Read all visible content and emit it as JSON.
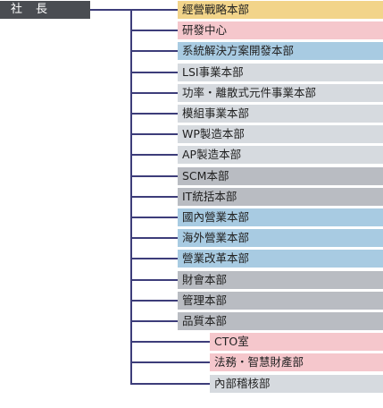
{
  "president": {
    "label": "社　長"
  },
  "departments": [
    {
      "id": "business-strategy",
      "label": "經營戰略本部",
      "color": "#f2d48a"
    },
    {
      "id": "rnd-center",
      "label": "研發中心",
      "color": "#f5c7cc"
    },
    {
      "id": "system-solutions",
      "label": "系統解決方案開發本部",
      "color": "#a8cbe2"
    },
    {
      "id": "lsi",
      "label": "LSI事業本部",
      "color": "#d6dadf"
    },
    {
      "id": "power-discrete",
      "label": "功率・離散式元件事業本部",
      "color": "#d6dadf"
    },
    {
      "id": "module",
      "label": "模組事業本部",
      "color": "#d6dadf"
    },
    {
      "id": "wp-manufacturing",
      "label": "WP製造本部",
      "color": "#d6dadf"
    },
    {
      "id": "ap-manufacturing",
      "label": "AP製造本部",
      "color": "#d6dadf"
    },
    {
      "id": "scm",
      "label": "SCM本部",
      "color": "#b9bcc2"
    },
    {
      "id": "it-management",
      "label": "IT統括本部",
      "color": "#b9bcc2"
    },
    {
      "id": "domestic-sales",
      "label": "國內營業本部",
      "color": "#a8cbe2"
    },
    {
      "id": "overseas-sales",
      "label": "海外營業本部",
      "color": "#a8cbe2"
    },
    {
      "id": "sales-reform",
      "label": "營業改革本部",
      "color": "#a8cbe2"
    },
    {
      "id": "finance",
      "label": "財會本部",
      "color": "#b9bcc2"
    },
    {
      "id": "administration",
      "label": "管理本部",
      "color": "#b9bcc2"
    },
    {
      "id": "quality",
      "label": "品質本部",
      "color": "#b9bcc2"
    }
  ],
  "sub_units": [
    {
      "id": "cto-office",
      "label": "CTO室",
      "color": "#f5c7cc"
    },
    {
      "id": "legal-ip-finance",
      "label": "法務・智慧財產部",
      "color": "#f5c7cc"
    },
    {
      "id": "internal-audit",
      "label": "內部稽核部",
      "color": "#d6dadf"
    }
  ],
  "colors": {
    "connector": "#3d3d7a",
    "president_bg": "#4a4d52"
  }
}
